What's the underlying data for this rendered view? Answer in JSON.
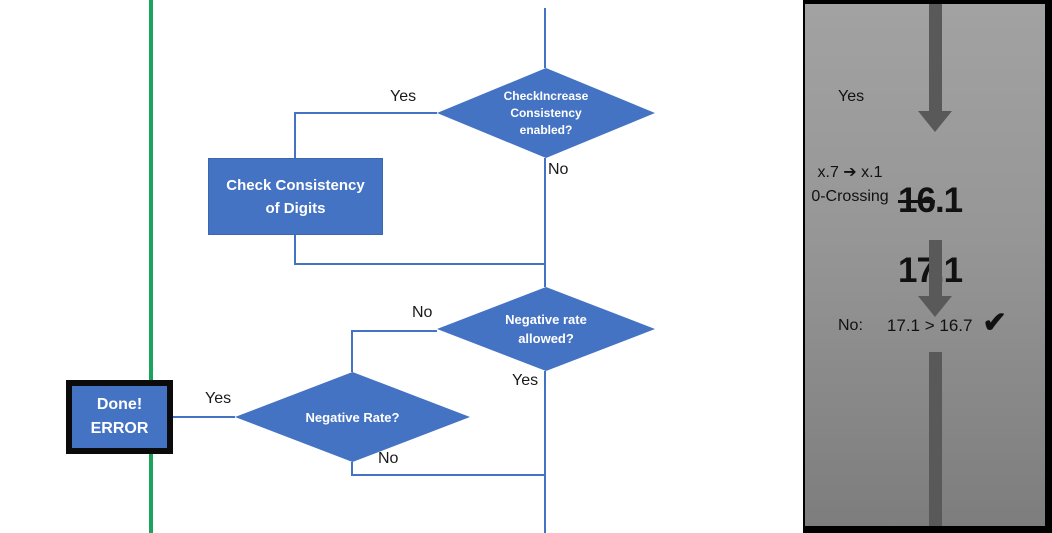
{
  "flowchart": {
    "decision_check_increase": "CheckIncrease\nConsistency\nenabled?",
    "process_check_consistency": "Check Consistency\nof Digits",
    "decision_negative_rate_allowed": "Negative rate\nallowed?",
    "decision_negative_rate": "Negative Rate?",
    "terminator_done_error": "Done!\nERROR",
    "labels": {
      "yes_top": "Yes",
      "no_top": "No",
      "no_mid": "No",
      "yes_mid": "Yes",
      "yes_bottom": "Yes",
      "no_bottom": "No"
    }
  },
  "panel": {
    "yes_label": "Yes",
    "transition": "x.7 ➔ x.1",
    "crossing_label": "0-Crossing",
    "old_value_struck": "16",
    "old_value_rest": ".1",
    "new_value": "17.1",
    "result_label": "No:",
    "comparison": "17.1 > 16.7",
    "check_icon": "✔"
  },
  "colors": {
    "shape_blue": "#4573C4",
    "connector_blue": "#4573C4",
    "green_line": "#1CA35B",
    "panel_gray_top": "#A2A2A2",
    "panel_gray_bottom": "#7D7D7D",
    "arrow_gray": "#595959",
    "border_black": "#000000"
  }
}
